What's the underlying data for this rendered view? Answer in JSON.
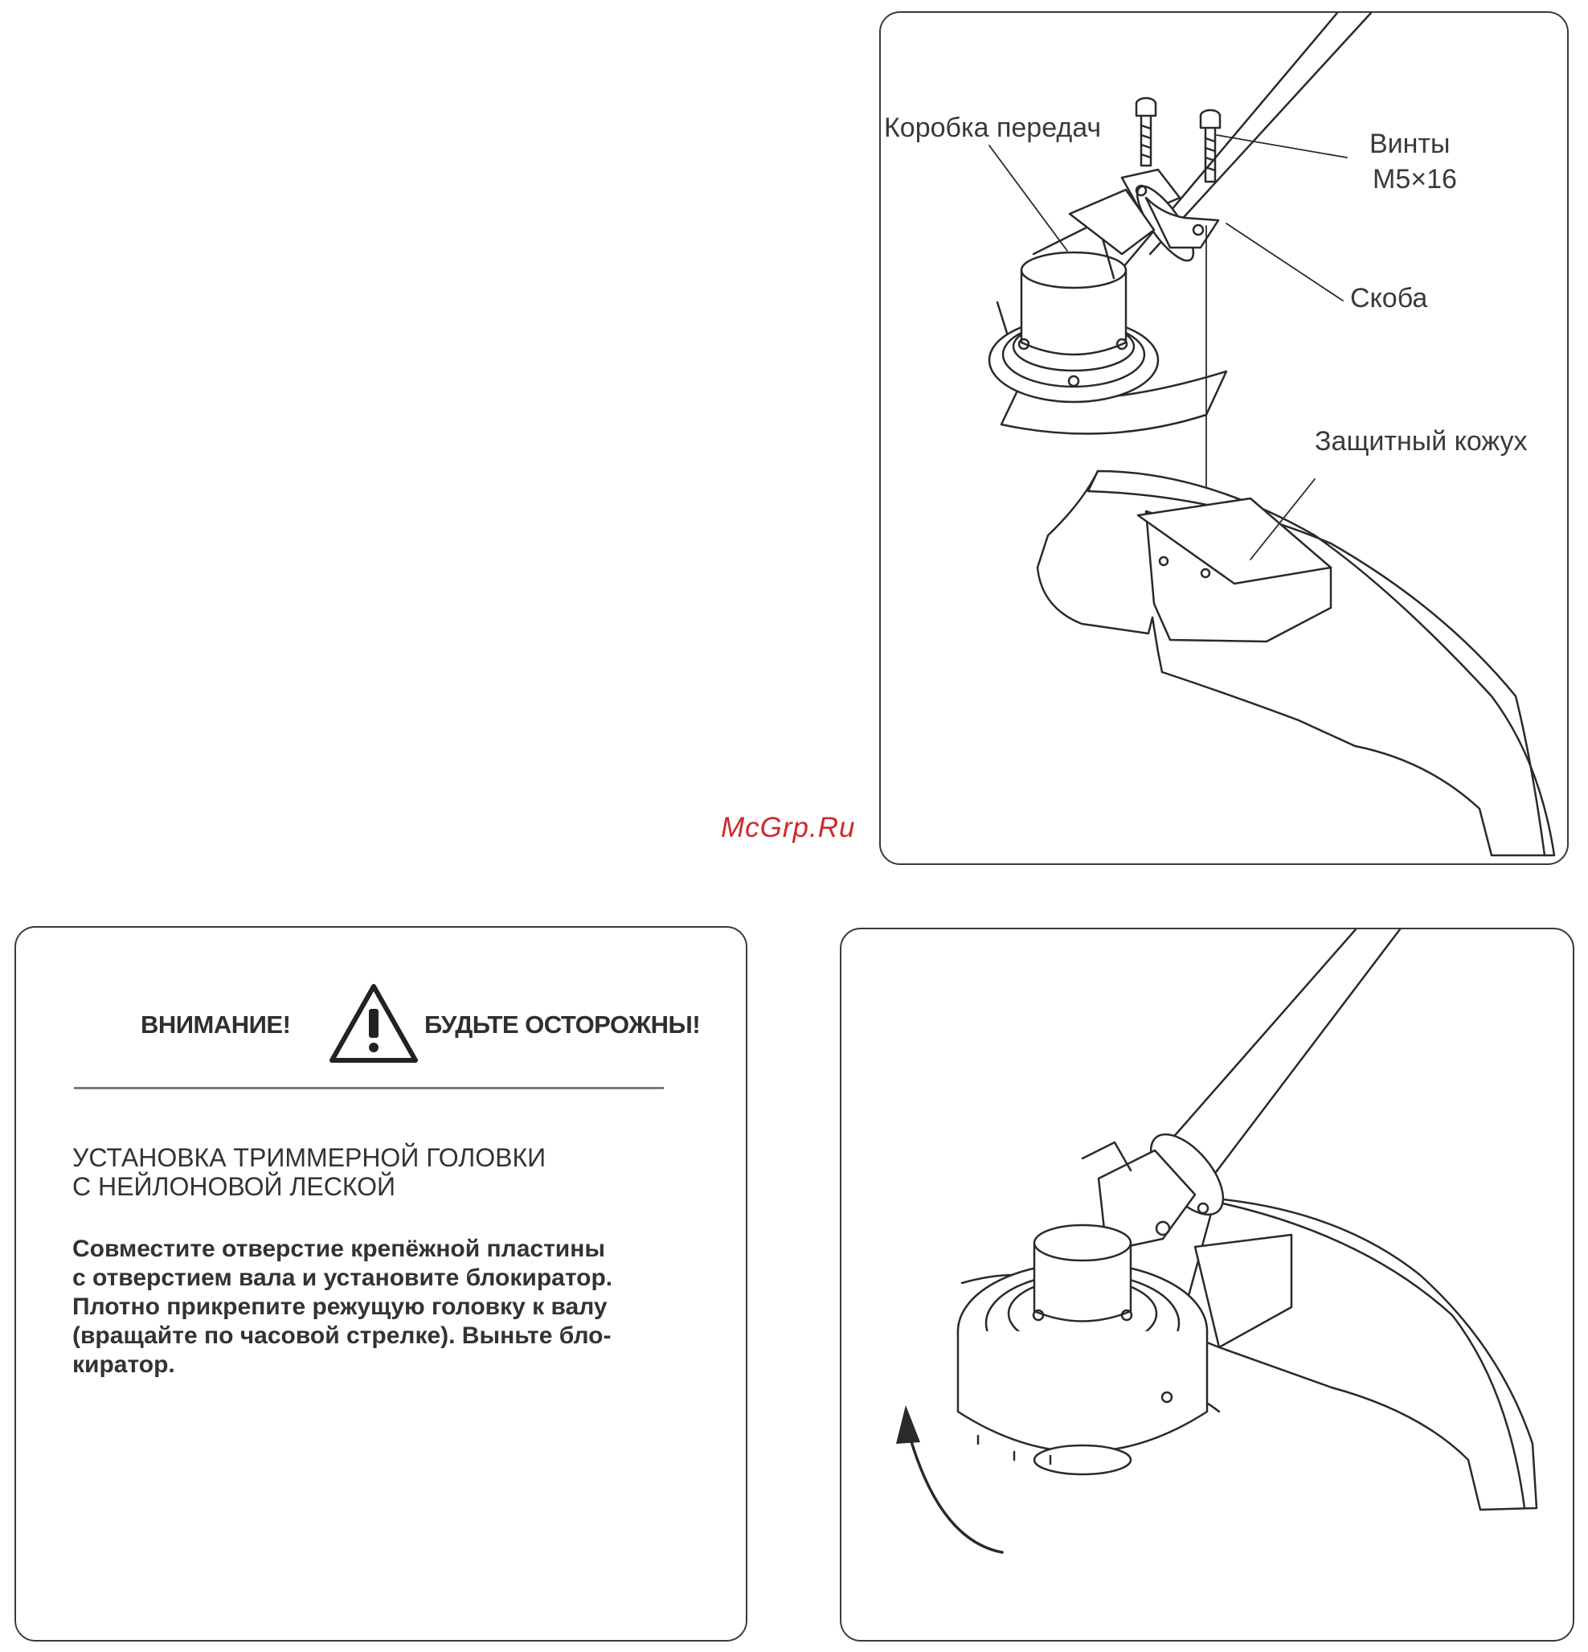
{
  "figure_top": {
    "labels": {
      "gearbox": "Коробка передач",
      "screws_line1": "Винты",
      "screws_line2": "M5×16",
      "bracket": "Скоба",
      "guard": "Защитный кожух"
    }
  },
  "warning": {
    "left": "ВНИМАНИЕ!",
    "right": "БУДЬТЕ ОСТОРОЖНЫ!",
    "icon": "warning-triangle-icon"
  },
  "section": {
    "heading_line1": "УСТАНОВКА ТРИММЕРНОЙ ГОЛОВКИ",
    "heading_line2": "С НЕЙЛОНОВОЙ ЛЕСКОЙ",
    "body_lines": [
      "Совместите отверстие крепёжной пластины",
      "с отверстием вала и установите блокиратор.",
      "Плотно прикрепите режущую головку к валу",
      "(вращайте по часовой стрелке). Выньте бло-",
      "киратор."
    ]
  },
  "watermark": "McGrp.Ru",
  "colors": {
    "line": "#2a2a2a",
    "watermark": "#cc2b2b"
  }
}
